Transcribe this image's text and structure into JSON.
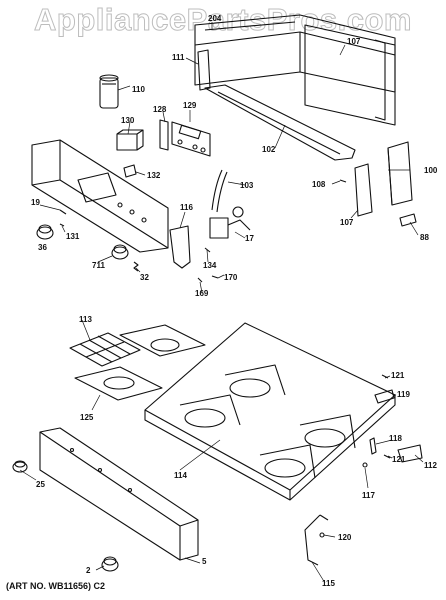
{
  "watermark": "AppliancePartsPros.com",
  "art_number": "(ART NO. WB11656) C2",
  "callouts": [
    "204",
    "107",
    "111",
    "110",
    "128",
    "129",
    "130",
    "132",
    "102",
    "103",
    "100",
    "108",
    "107",
    "88",
    "19",
    "131",
    "36",
    "116",
    "17",
    "711",
    "32",
    "134",
    "170",
    "169",
    "113",
    "125",
    "121",
    "119",
    "114",
    "118",
    "112",
    "25",
    "121",
    "117",
    "120",
    "2",
    "5",
    "115"
  ]
}
